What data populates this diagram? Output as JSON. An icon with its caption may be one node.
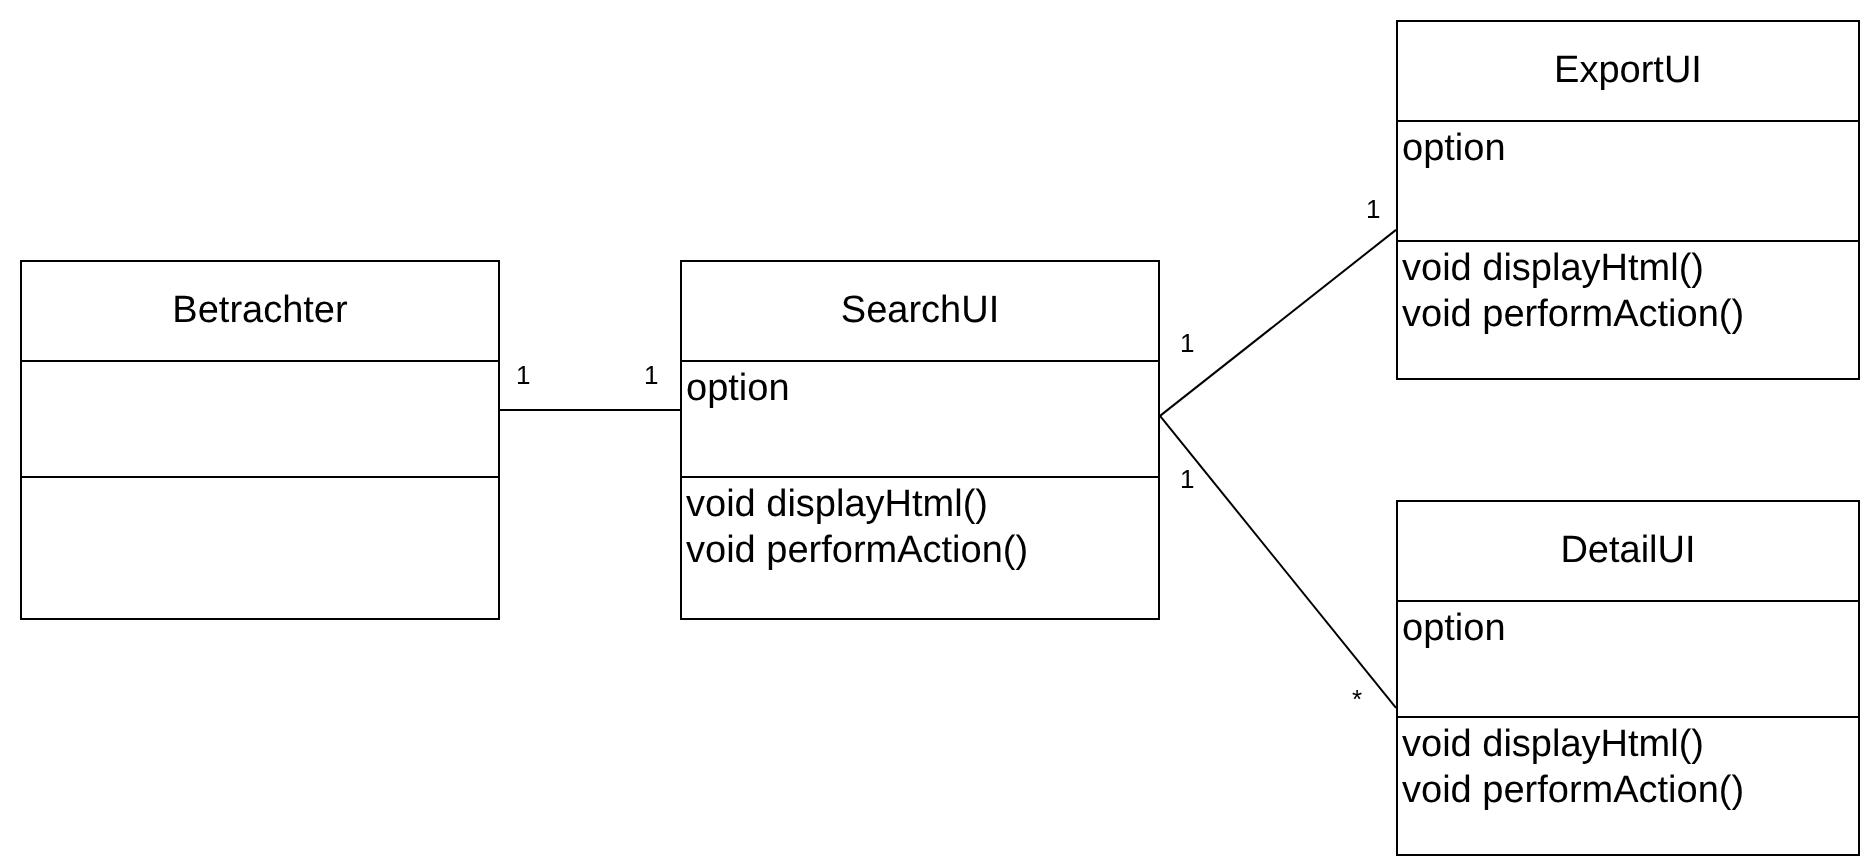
{
  "diagram": {
    "nodes": [
      {
        "text": [
          "Betrachter"
        ]
      },
      {
        "text": [
          "SearchUI",
          "option",
          "void displayHtml()",
          "void performAction()"
        ]
      },
      {
        "text": [
          "ExportUI",
          "option",
          "void displayHtml()",
          "void performAction()"
        ]
      },
      {
        "text": [
          "DetailUI",
          "option",
          "void displayHtml()",
          "void performAction()"
        ]
      }
    ],
    "edges": [
      {
        "from": 0,
        "to": 1,
        "arrow": "none"
      },
      {
        "from": 1,
        "to": 2,
        "arrow": "none"
      },
      {
        "from": 1,
        "to": 3,
        "arrow": "none"
      }
    ],
    "labels": [
      "1",
      "1",
      "1",
      "1",
      "1",
      "*"
    ]
  }
}
